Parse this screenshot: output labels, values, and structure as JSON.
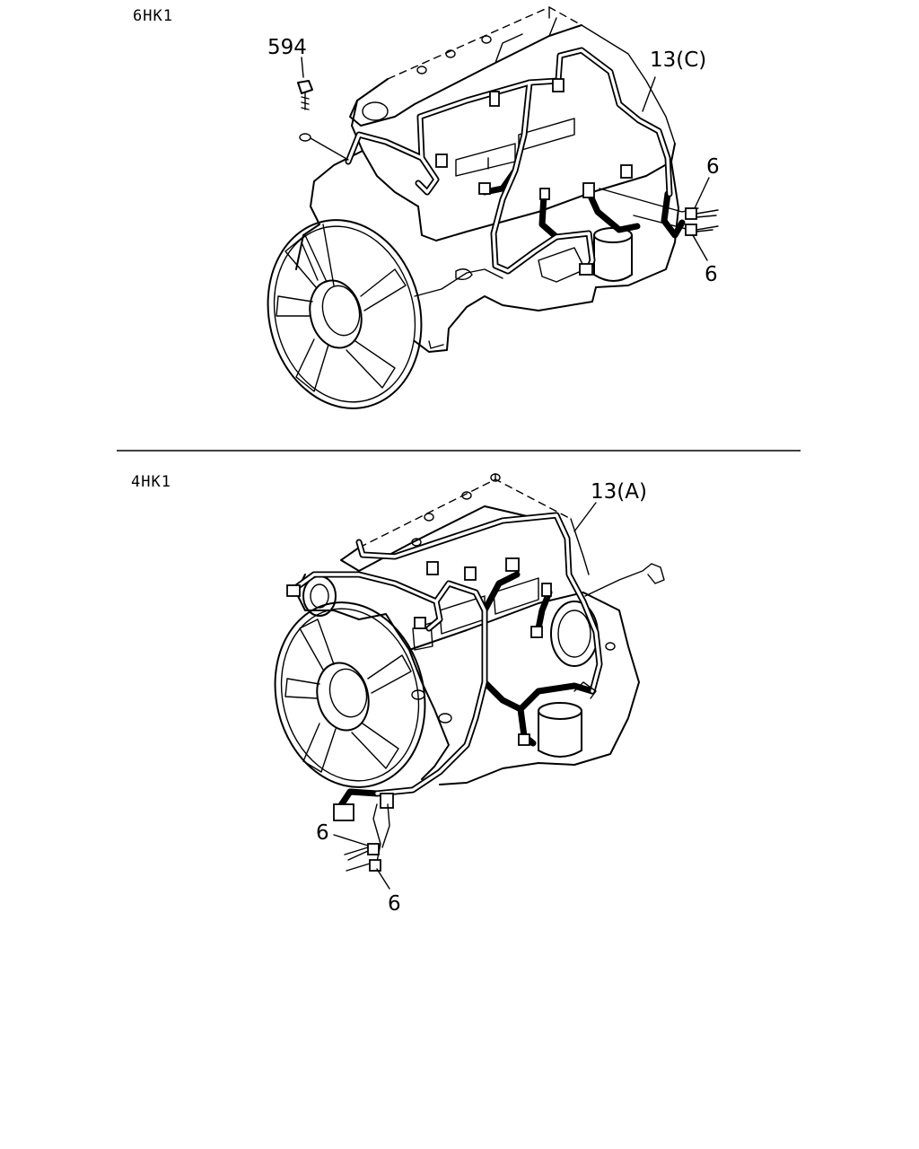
{
  "sections": [
    {
      "model": "6HK1",
      "callouts": {
        "bolt": "594",
        "harness": "13(C)",
        "clip_upper": "6",
        "clip_lower": "6"
      }
    },
    {
      "model": "4HK1",
      "callouts": {
        "harness": "13(A)",
        "clip_upper": "6",
        "clip_lower": "6"
      }
    }
  ]
}
